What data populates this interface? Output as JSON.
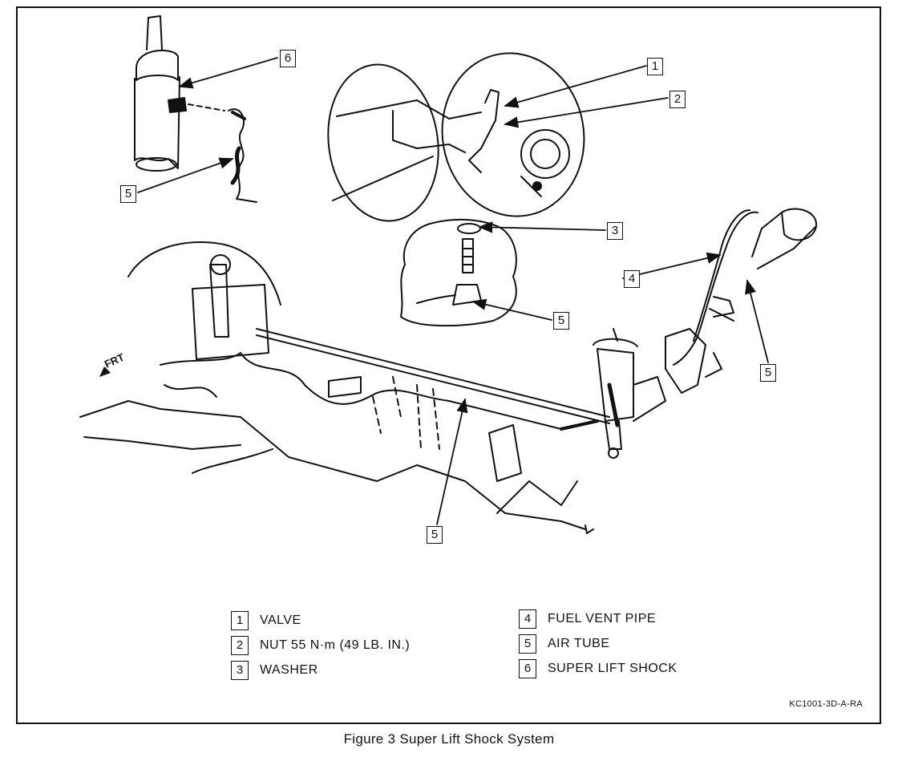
{
  "callouts": {
    "c6": "6",
    "c5_top": "5",
    "c1": "1",
    "c2": "2",
    "c3": "3",
    "c4": "4",
    "c5_inset": "5",
    "c5_right": "5",
    "c5_bottom": "5"
  },
  "frt_label": "FRT",
  "legend": [
    {
      "num": "1",
      "label": "VALVE"
    },
    {
      "num": "2",
      "label": "NUT 55 N·m (49 LB. IN.)"
    },
    {
      "num": "3",
      "label": "WASHER"
    },
    {
      "num": "4",
      "label": "FUEL VENT PIPE"
    },
    {
      "num": "5",
      "label": "AIR TUBE"
    },
    {
      "num": "6",
      "label": "SUPER LIFT SHOCK"
    }
  ],
  "figure_code": "KC1001-3D-A-RA",
  "caption": "Figure 3 Super Lift Shock System"
}
